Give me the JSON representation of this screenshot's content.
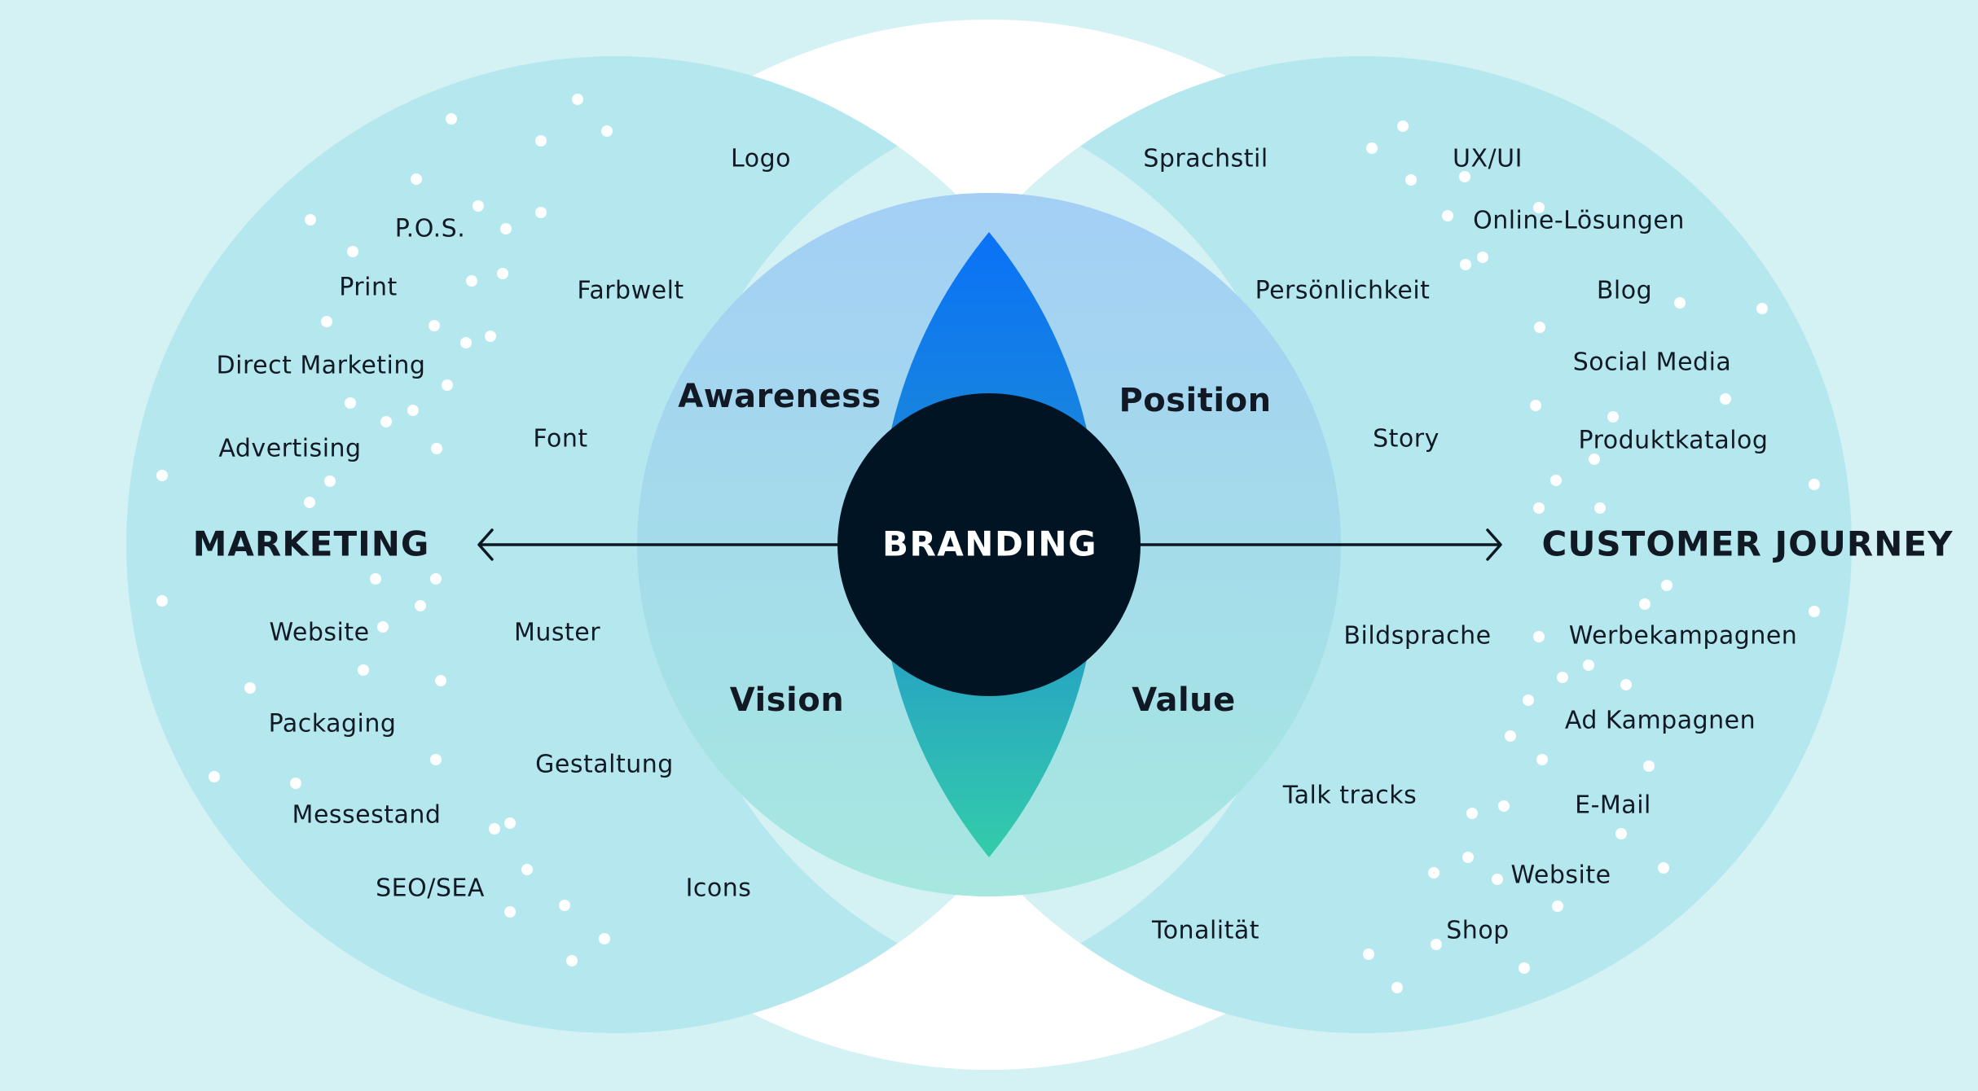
{
  "center": {
    "title": "BRANDING"
  },
  "pillars": {
    "awareness": "Awareness",
    "position": "Position",
    "vision": "Vision",
    "value": "Value"
  },
  "sides": {
    "left": "MARKETING",
    "right": "CUSTOMER JOURNEY"
  },
  "identity_left": [
    "Logo",
    "Farbwelt",
    "Font",
    "Muster",
    "Gestaltung",
    "Icons"
  ],
  "identity_right": [
    "Sprachstil",
    "Persönlichkeit",
    "Story",
    "Bildsprache",
    "Talk tracks",
    "Tonalität"
  ],
  "marketing_items": [
    "P.O.S.",
    "Print",
    "Direct Marketing",
    "Advertising",
    "Website",
    "Packaging",
    "Messestand",
    "SEO/SEA"
  ],
  "journey_items": [
    "UX/UI",
    "Online-Lösungen",
    "Blog",
    "Social Media",
    "Produktkatalog",
    "Werbekampagnen",
    "Ad Kampagnen",
    "E-Mail",
    "Website",
    "Shop"
  ],
  "colors": {
    "background": "#d4f1f4",
    "outer_circles": "#b4e7ee",
    "overlap_ring": "#d4f1f4",
    "inner_top": "#a3cff5",
    "inner_bottom": "#a6e8e0",
    "lens_top": "#0a72f7",
    "lens_bottom": "#34ccaa",
    "core": "#011424"
  }
}
